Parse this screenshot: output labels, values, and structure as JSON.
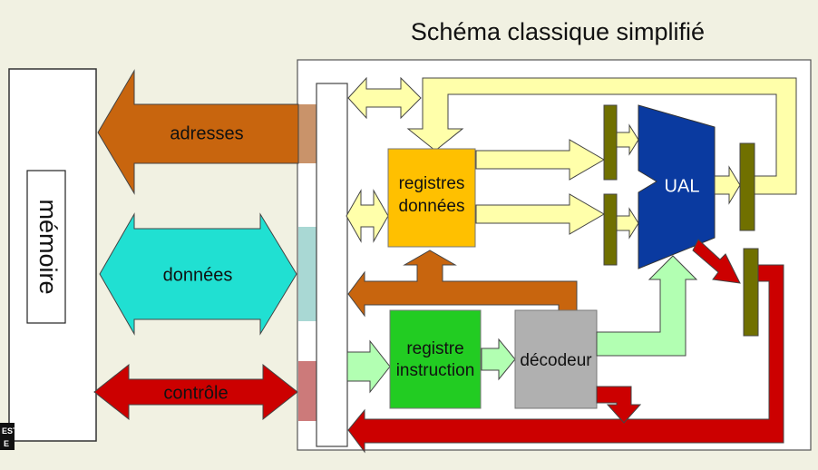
{
  "title": "Schéma classique simplifié",
  "blocks": {
    "memory": "mémoire",
    "registers_line1": "registres",
    "registers_line2": "données",
    "instruction_line1": "registre",
    "instruction_line2": "instruction",
    "decoder": "décodeur",
    "alu": "UAL"
  },
  "buses": {
    "address": "adresses",
    "data": "données",
    "control": "contrôle"
  },
  "logo": {
    "line1": "EST",
    "line2": "E"
  },
  "colors": {
    "background": "#f1f1e2",
    "address_bus": "#c8650e",
    "data_bus": "#20e0d2",
    "control_bus": "#cc0000",
    "internal_data": "#ffffaa",
    "registers": "#ffc000",
    "instruction_register": "#22cc22",
    "decoder": "#b0b0b0",
    "alu": "#0a3aa0",
    "latch": "#707000",
    "decoder_path": "#b2ffb2"
  }
}
